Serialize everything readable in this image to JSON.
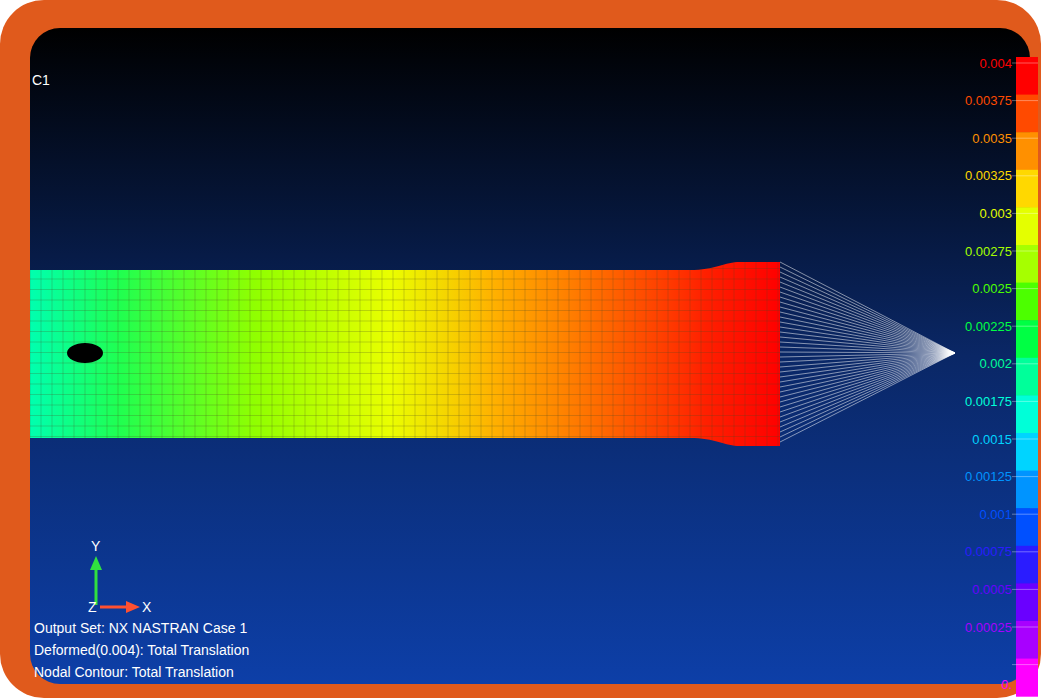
{
  "diagram": {
    "labels": [
      "C1",
      "Y",
      "Z",
      "X",
      "Output Set: NX NASTRAN Case 1",
      "Deformed(0.004): Total Translation",
      "Nodal Contour: Total Translation"
    ],
    "legend": [
      {
        "text": "0.004",
        "color": "#ff0000"
      },
      {
        "text": "0.00375",
        "color": "#ff4a00"
      },
      {
        "text": "0.0035",
        "color": "#ff9000"
      },
      {
        "text": "0.00325",
        "color": "#ffd800"
      },
      {
        "text": "0.003",
        "color": "#e4ff00"
      },
      {
        "text": "0.00275",
        "color": "#a6ff00"
      },
      {
        "text": "0.0025",
        "color": "#4cff00"
      },
      {
        "text": "0.00225",
        "color": "#00ff44"
      },
      {
        "text": "0.002",
        "color": "#00ff9a"
      },
      {
        "text": "0.00175",
        "color": "#00ffd8"
      },
      {
        "text": "0.0015",
        "color": "#00d4ff"
      },
      {
        "text": "0.00125",
        "color": "#0094ff"
      },
      {
        "text": "0.001",
        "color": "#0050ff"
      },
      {
        "text": "0.00075",
        "color": "#2a1cff"
      },
      {
        "text": "0.0005",
        "color": "#6a00ff"
      },
      {
        "text": "0.00025",
        "color": "#a800ff"
      },
      {
        "text": "0.",
        "color": "#ff00ff"
      }
    ]
  }
}
